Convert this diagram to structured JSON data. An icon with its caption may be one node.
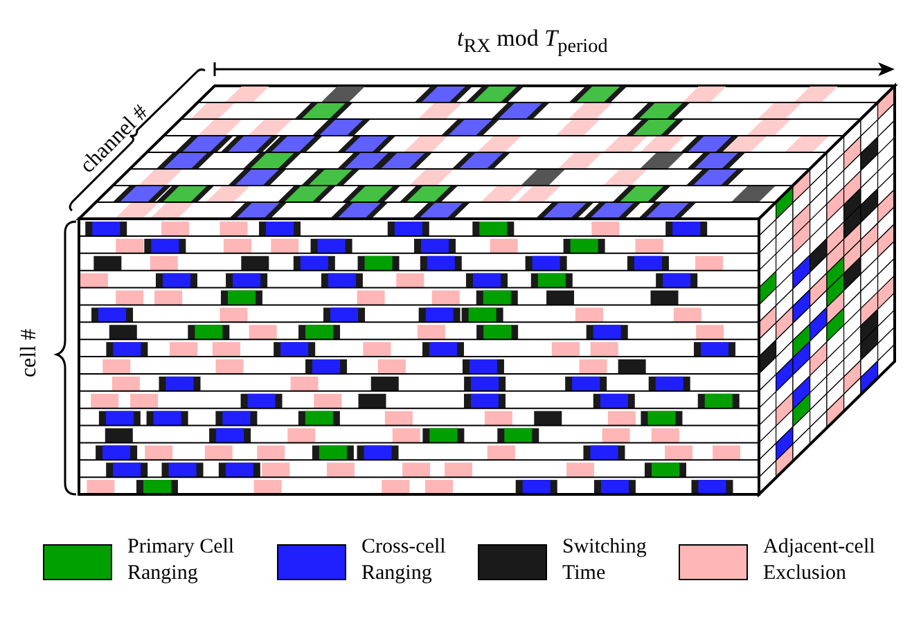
{
  "diagram": {
    "labels": [
      "*t*$_{RX}$  mod *T*$_{period}$",
      "channel #",
      "cell #"
    ],
    "legend": [
      {
        "text": "Primary Cell Ranging",
        "color": "#00a000"
      },
      {
        "text": "Cross-cell Ranging",
        "color": "#2020ff"
      },
      {
        "text": "Switching Time",
        "color": "#1a1a1a"
      },
      {
        "text": "Adjacent-cell Exclusion",
        "color": "#ffb6b6"
      }
    ]
  }
}
